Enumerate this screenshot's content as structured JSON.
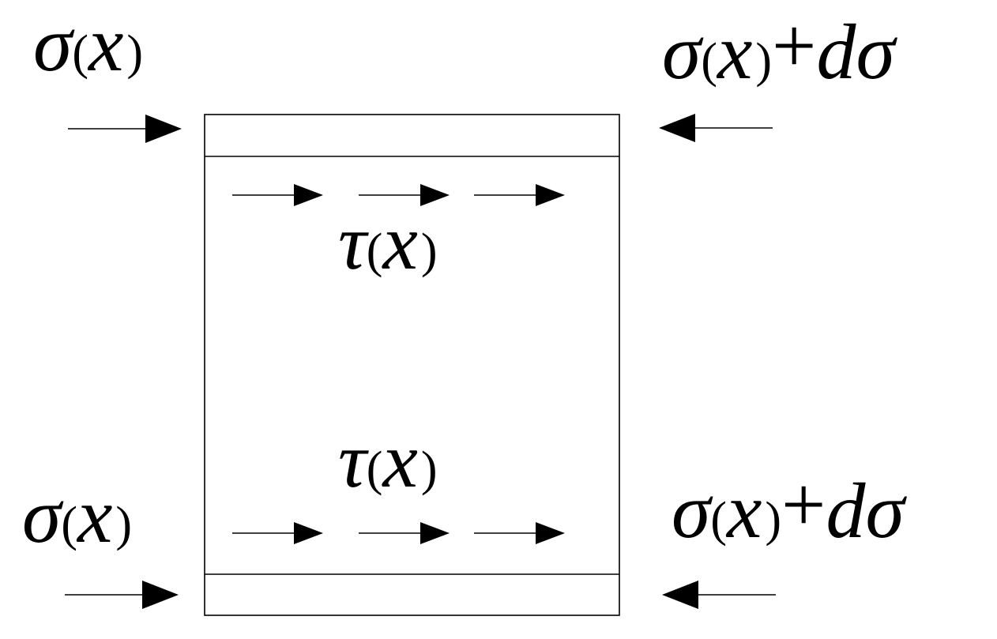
{
  "labels": {
    "top_left": {
      "symbol": "σ",
      "open_paren": "(",
      "variable": "x",
      "close_paren": ")"
    },
    "top_right": {
      "symbol": "σ",
      "open_paren": "(",
      "variable": "x",
      "close_paren": ")",
      "plus": "+",
      "differential": "dσ"
    },
    "shear_upper": {
      "symbol": "τ",
      "open_paren": "(",
      "variable": "x",
      "close_paren": ")"
    },
    "shear_lower": {
      "symbol": "τ",
      "open_paren": "(",
      "variable": "x",
      "close_paren": ")"
    },
    "bottom_left": {
      "symbol": "σ",
      "open_paren": "(",
      "variable": "x",
      "close_paren": ")"
    },
    "bottom_right": {
      "symbol": "σ",
      "open_paren": "(",
      "variable": "x",
      "close_paren": ")",
      "plus": "+",
      "differential": "dσ"
    }
  },
  "colors": {
    "stroke": "#000000",
    "background": "#ffffff"
  }
}
